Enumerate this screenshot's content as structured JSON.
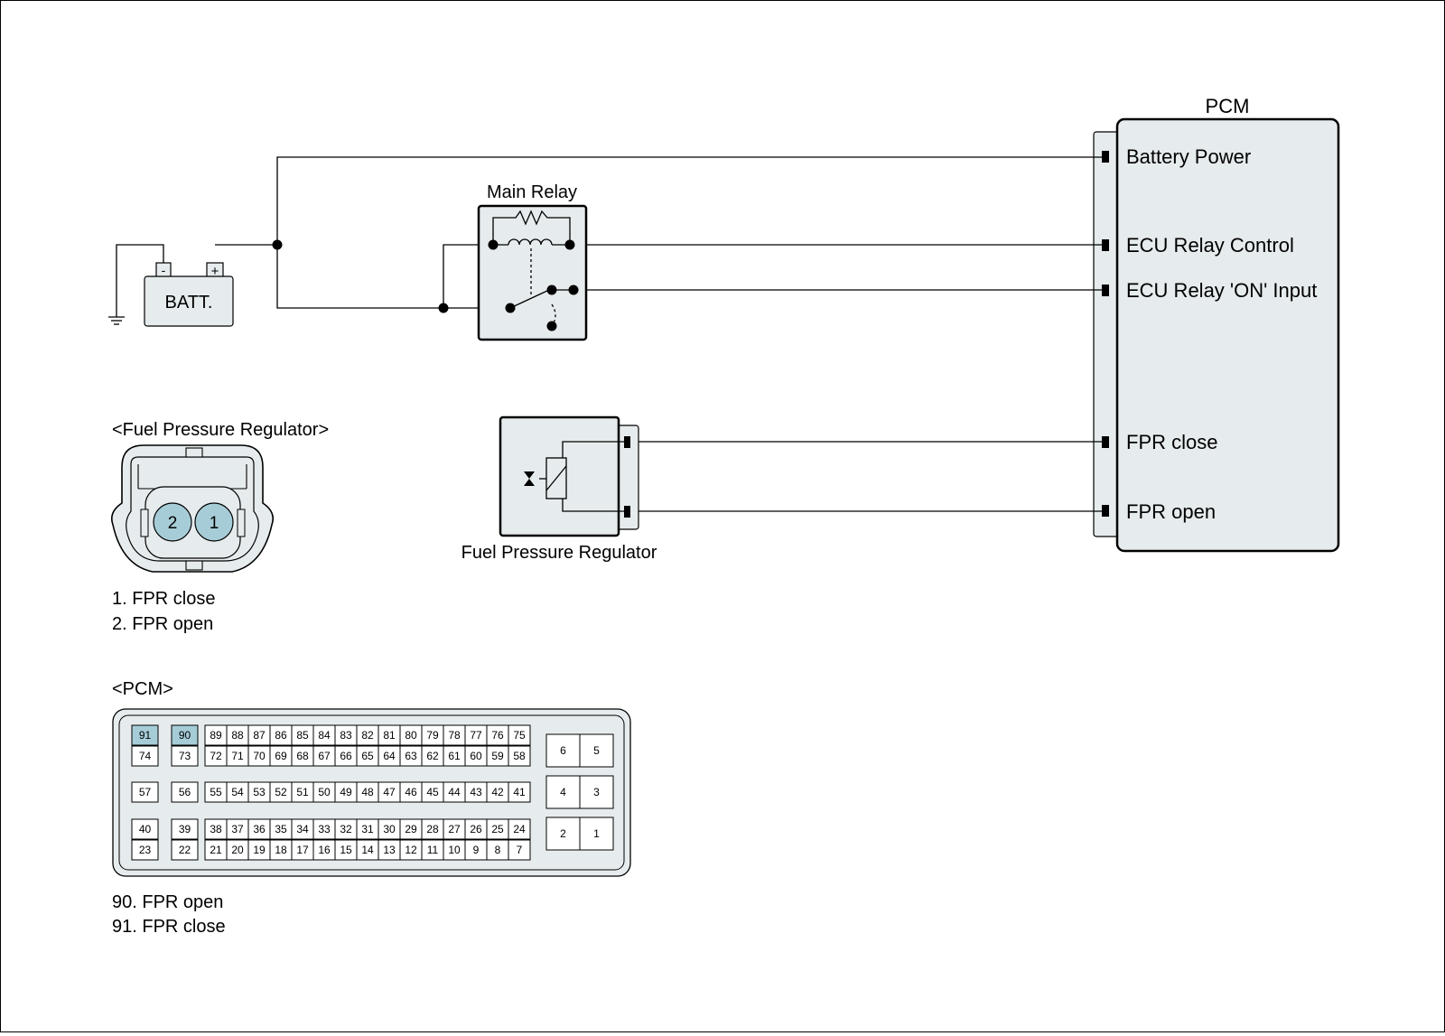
{
  "colors": {
    "fill": "#e6ebed",
    "pin_highlight": "#a6cdd7",
    "stroke": "#000000"
  },
  "pcm": {
    "title": "PCM",
    "pins": {
      "battery_power": "Battery Power",
      "ecu_relay_control": "ECU Relay Control",
      "ecu_relay_on_input": "ECU Relay 'ON' Input",
      "fpr_close": "FPR close",
      "fpr_open": "FPR open"
    }
  },
  "battery": {
    "label": "BATT.",
    "neg": "-",
    "pos": "+"
  },
  "main_relay": {
    "label": "Main Relay"
  },
  "fpr_component": {
    "label": "Fuel Pressure Regulator"
  },
  "fpr_connector": {
    "title": "<Fuel Pressure Regulator>",
    "pin_labels": [
      "2",
      "1"
    ],
    "legend": [
      "1. FPR close",
      "2. FPR open"
    ]
  },
  "pcm_connector": {
    "title": "<PCM>",
    "highlighted": [
      "91",
      "90"
    ],
    "row1": [
      "89",
      "88",
      "87",
      "86",
      "85",
      "84",
      "83",
      "82",
      "81",
      "80",
      "79",
      "78",
      "77",
      "76",
      "75"
    ],
    "row2": [
      "72",
      "71",
      "70",
      "69",
      "68",
      "67",
      "66",
      "65",
      "64",
      "63",
      "62",
      "61",
      "60",
      "59",
      "58"
    ],
    "row3": [
      "55",
      "54",
      "53",
      "52",
      "51",
      "50",
      "49",
      "48",
      "47",
      "46",
      "45",
      "44",
      "43",
      "42",
      "41"
    ],
    "row4": [
      "38",
      "37",
      "36",
      "35",
      "34",
      "33",
      "32",
      "31",
      "30",
      "29",
      "28",
      "27",
      "26",
      "25",
      "24"
    ],
    "row5": [
      "21",
      "20",
      "19",
      "18",
      "17",
      "16",
      "15",
      "14",
      "13",
      "12",
      "11",
      "10",
      "9",
      "8",
      "7"
    ],
    "left1": [
      "91",
      "74",
      "57",
      "40",
      "23"
    ],
    "left2": [
      "90",
      "73",
      "56",
      "39",
      "22"
    ],
    "right": [
      [
        "6",
        "5"
      ],
      [
        "4",
        "3"
      ],
      [
        "2",
        "1"
      ]
    ],
    "legend": [
      "90. FPR open",
      "91. FPR close"
    ]
  }
}
